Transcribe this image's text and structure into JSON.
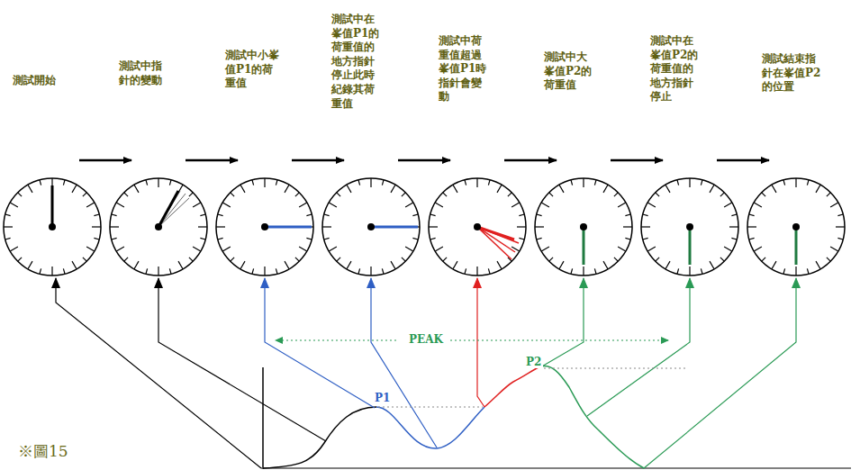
{
  "diagram": {
    "caption": "※圖15",
    "labels": [
      "測試開始",
      "測試中指針的變動",
      "測試中小峯值P1的荷重值",
      "測試中在峯值P1的荷重值的地方指針停止此時紀錄其荷重值",
      "測試中荷重值超過峯值P1時指針會變動",
      "測試中大峯值P2的荷重值",
      "測試中在峯值P2的荷重值的地方指針停止",
      "測試結束指針在峯值P2的位置",
      "PEAK",
      "P1",
      "P2"
    ]
  }
}
